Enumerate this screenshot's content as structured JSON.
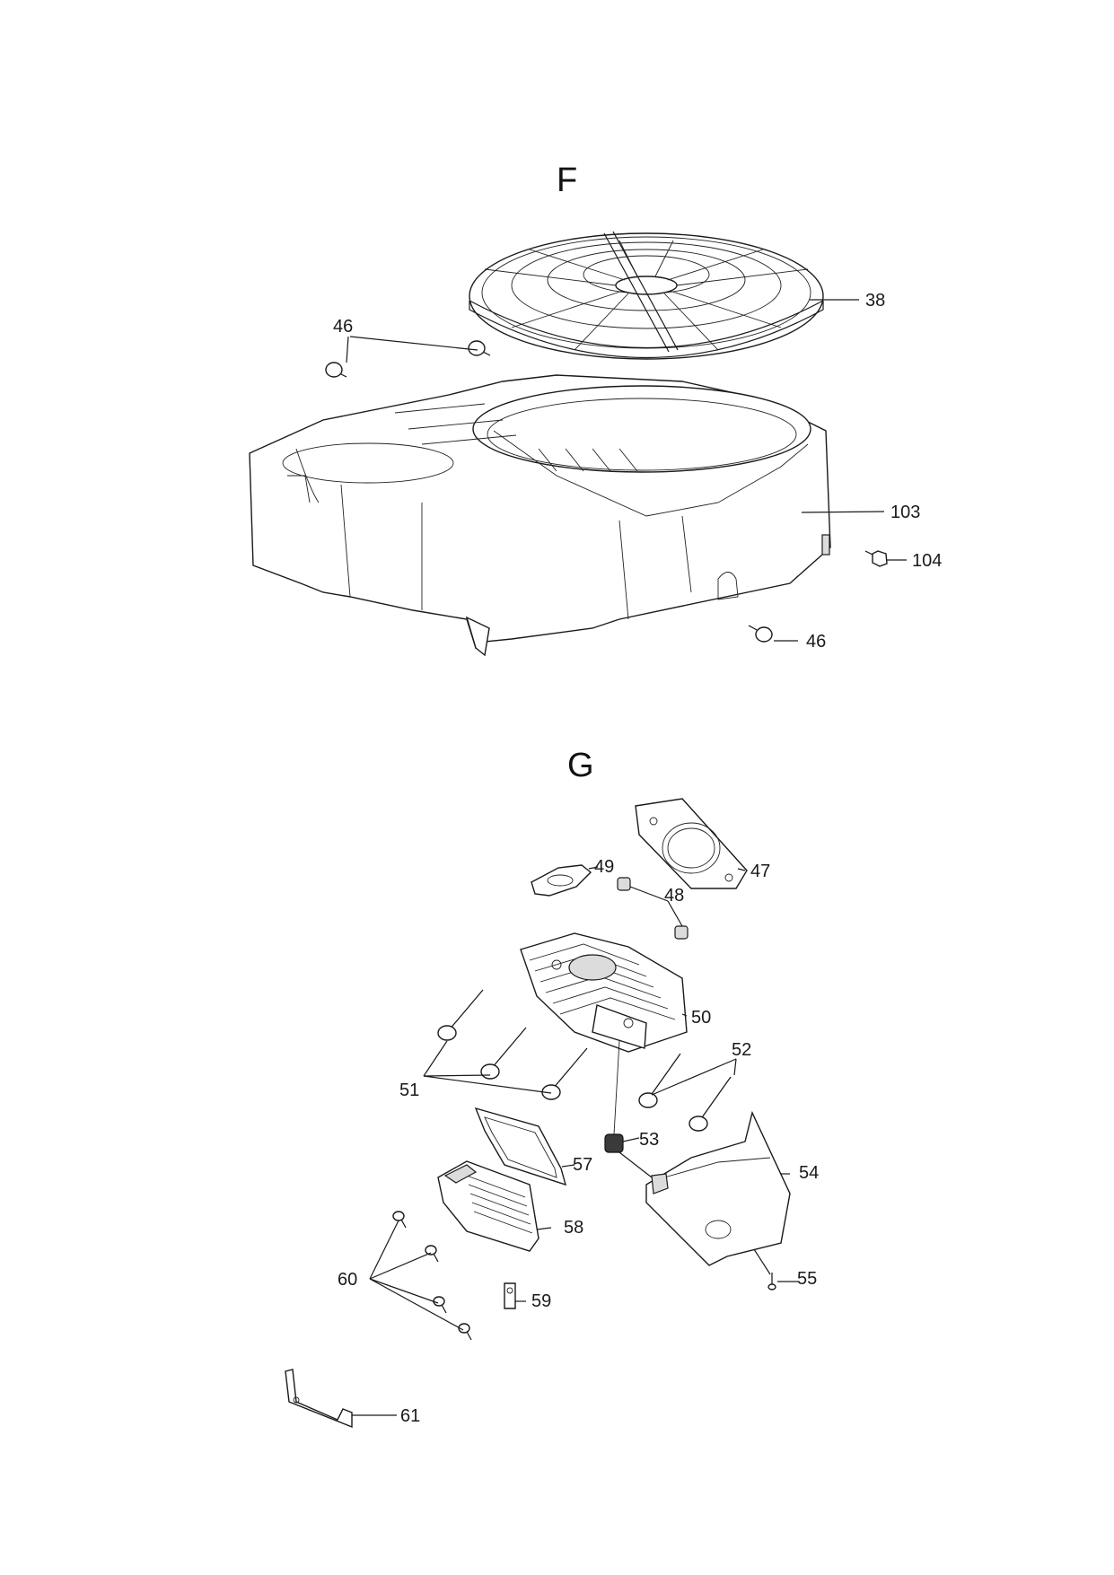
{
  "sections": {
    "f": {
      "title": "F"
    },
    "g": {
      "title": "G"
    }
  },
  "callouts": {
    "p38": "38",
    "p46_top": "46",
    "p103": "103",
    "p104": "104",
    "p46_bottom": "46",
    "p47": "47",
    "p48": "48",
    "p49": "49",
    "p50": "50",
    "p51": "51",
    "p52": "52",
    "p53": "53",
    "p54": "54",
    "p55": "55",
    "p57": "57",
    "p58": "58",
    "p59": "59",
    "p60": "60",
    "p61": "61"
  }
}
